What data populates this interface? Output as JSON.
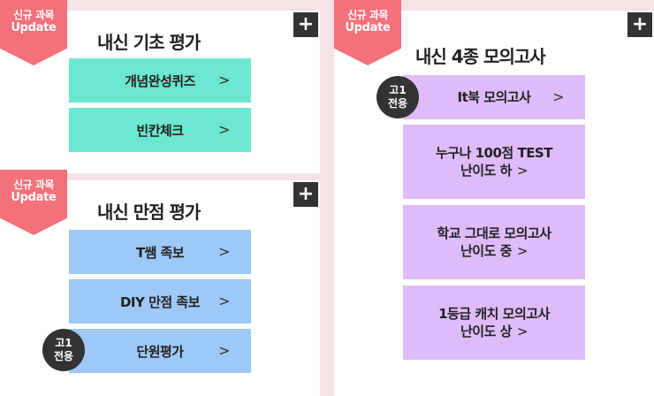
{
  "badges": {
    "new_line1": "신규 과목",
    "new_line2": "Update",
    "exclusive_line1": "고1",
    "exclusive_line2": "전용"
  },
  "plus_label": "+",
  "chevron": ">",
  "basic": {
    "title": "내신 기초 평가",
    "items": [
      {
        "label": "개념완성퀴즈"
      },
      {
        "label": "빈칸체크"
      }
    ]
  },
  "perfect": {
    "title": "내신 만점 평가",
    "items": [
      {
        "label": "T쌤 족보"
      },
      {
        "label": "DIY 만점 족보"
      },
      {
        "label": "단원평가"
      }
    ]
  },
  "mock": {
    "title": "내신 4종 모의고사",
    "items": [
      {
        "line1": "It북 모의고사",
        "line2": ""
      },
      {
        "line1": "누구나 100점 TEST",
        "line2": "난이도 하"
      },
      {
        "line1": "학교 그대로 모의고사",
        "line2": "난이도 중"
      },
      {
        "line1": "1등급 캐치 모의고사",
        "line2": "난이도 상"
      }
    ]
  },
  "colors": {
    "background": "#f6e3e5",
    "ribbon": "#f4707a",
    "green": "#6de8d0",
    "blue": "#9ec9f7",
    "purple": "#dfbcf9",
    "dark": "#333333"
  }
}
